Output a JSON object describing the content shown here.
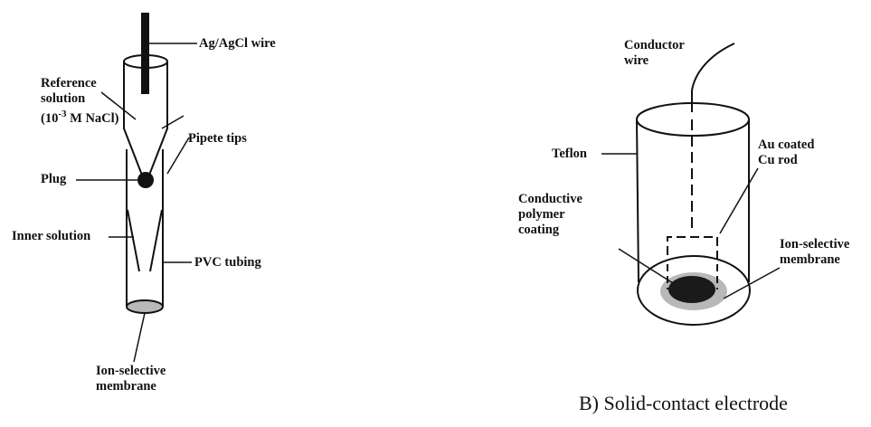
{
  "left_diagram": {
    "labels": {
      "wire": "Ag/AgCl wire",
      "ref_line1": "Reference",
      "ref_line2": "solution",
      "ref_line3_prefix": "(10",
      "ref_line3_exp": "-3",
      "ref_line3_suffix": " M NaCl)",
      "pipette": "Pipete tips",
      "plug": "Plug",
      "inner": "Inner solution",
      "pvc": "PVC tubing",
      "membrane_line1": "Ion-selective",
      "membrane_line2": "membrane"
    }
  },
  "right_diagram": {
    "labels": {
      "conductor_line1": "Conductor",
      "conductor_line2": "wire",
      "teflon": "Teflon",
      "au_line1": "Au coated",
      "au_line2": "Cu rod",
      "polymer_line1": "Conductive",
      "polymer_line2": "polymer",
      "polymer_line3": "coating",
      "membrane_line1": "Ion-selective",
      "membrane_line2": "membrane"
    },
    "caption": "B) Solid-contact electrode"
  },
  "colors": {
    "ink": "#111111",
    "membrane_fill": "#b8b8b8",
    "polymer_fill": "#1a1a1a"
  }
}
